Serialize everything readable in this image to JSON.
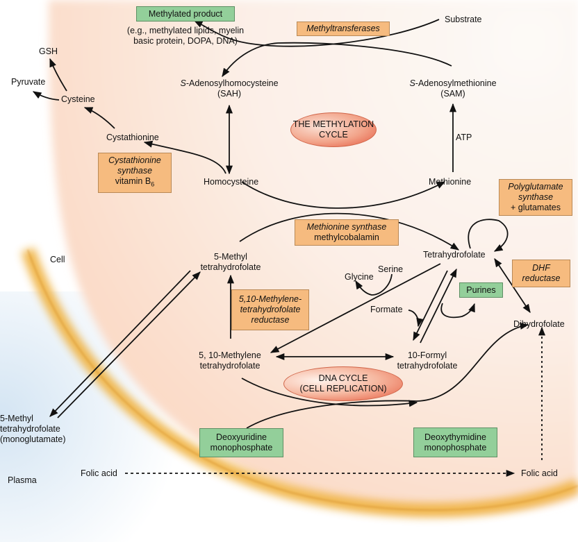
{
  "diagram": {
    "title_regions": {
      "cell": "Cell",
      "plasma": "Plasma"
    },
    "cycles": {
      "methylation": [
        "THE METHYLATION",
        "CYCLE"
      ],
      "dna": [
        "DNA CYCLE",
        "(CELL REPLICATION)"
      ]
    },
    "nodes": {
      "methylated_product": "Methylated product",
      "methylated_examples": [
        "(e.g., methylated lipids, myelin",
        "basic protein, DOPA, DNA)"
      ],
      "substrate": "Substrate",
      "sah": {
        "prefix": "S",
        "name": "-Adenosylhomocysteine",
        "abbr": "(SAH)"
      },
      "sam": {
        "prefix": "S",
        "name": "-Adenosylmethionine",
        "abbr": "(SAM)"
      },
      "gsh": "GSH",
      "pyruvate": "Pyruvate",
      "cysteine": "Cysteine",
      "cystathionine": "Cystathionine",
      "homocysteine": "Homocysteine",
      "methionine": "Methionine",
      "atp": "ATP",
      "methyl_thf": [
        "5-Methyl",
        "tetrahydrofolate"
      ],
      "thf": "Tetrahydrofolate",
      "glycine": "Glycine",
      "serine": "Serine",
      "purines": "Purines",
      "formate": "Formate",
      "dihydrofolate": "Dihydrofolate",
      "methylene_thf": [
        "5, 10-Methylene",
        "tetrahydrofolate"
      ],
      "formyl_thf": [
        "10-Formyl",
        "tetrahydrofolate"
      ],
      "methyl_thf_mono": [
        "5-Methyl",
        "tetrahydrofolate",
        "(monoglutamate)"
      ],
      "dump": [
        "Deoxyuridine",
        "monophosphate"
      ],
      "dtmp": [
        "Deoxythymidine",
        "monophosphate"
      ],
      "folic_acid_plasma": "Folic acid",
      "folic_acid_cell": "Folic acid"
    },
    "enzymes": {
      "methyltransferases": "Methyltransferases",
      "cbs": {
        "name": [
          "Cystathionine",
          "synthase"
        ],
        "cofactor": "vitamin B",
        "cofactor_sub": "6"
      },
      "polyglutamate": {
        "name": [
          "Polyglutamate",
          "synthase"
        ],
        "cofactor": "+ glutamates"
      },
      "methionine_synthase": {
        "name": "Methionine synthase",
        "cofactor": "methylcobalamin"
      },
      "dhfr": [
        "DHF",
        "reductase"
      ],
      "mthfr": [
        "5,10-Methylene-",
        "tetrahydrofolate",
        "reductase"
      ]
    },
    "colors": {
      "enzyme_box": "#f6bb7f",
      "product_box": "#93cf9a",
      "cycle_ellipse": "#e4573e",
      "cell_fill": "#fbe0d2",
      "membrane": "#f0b444",
      "plasma": "#dbeaf3"
    }
  }
}
